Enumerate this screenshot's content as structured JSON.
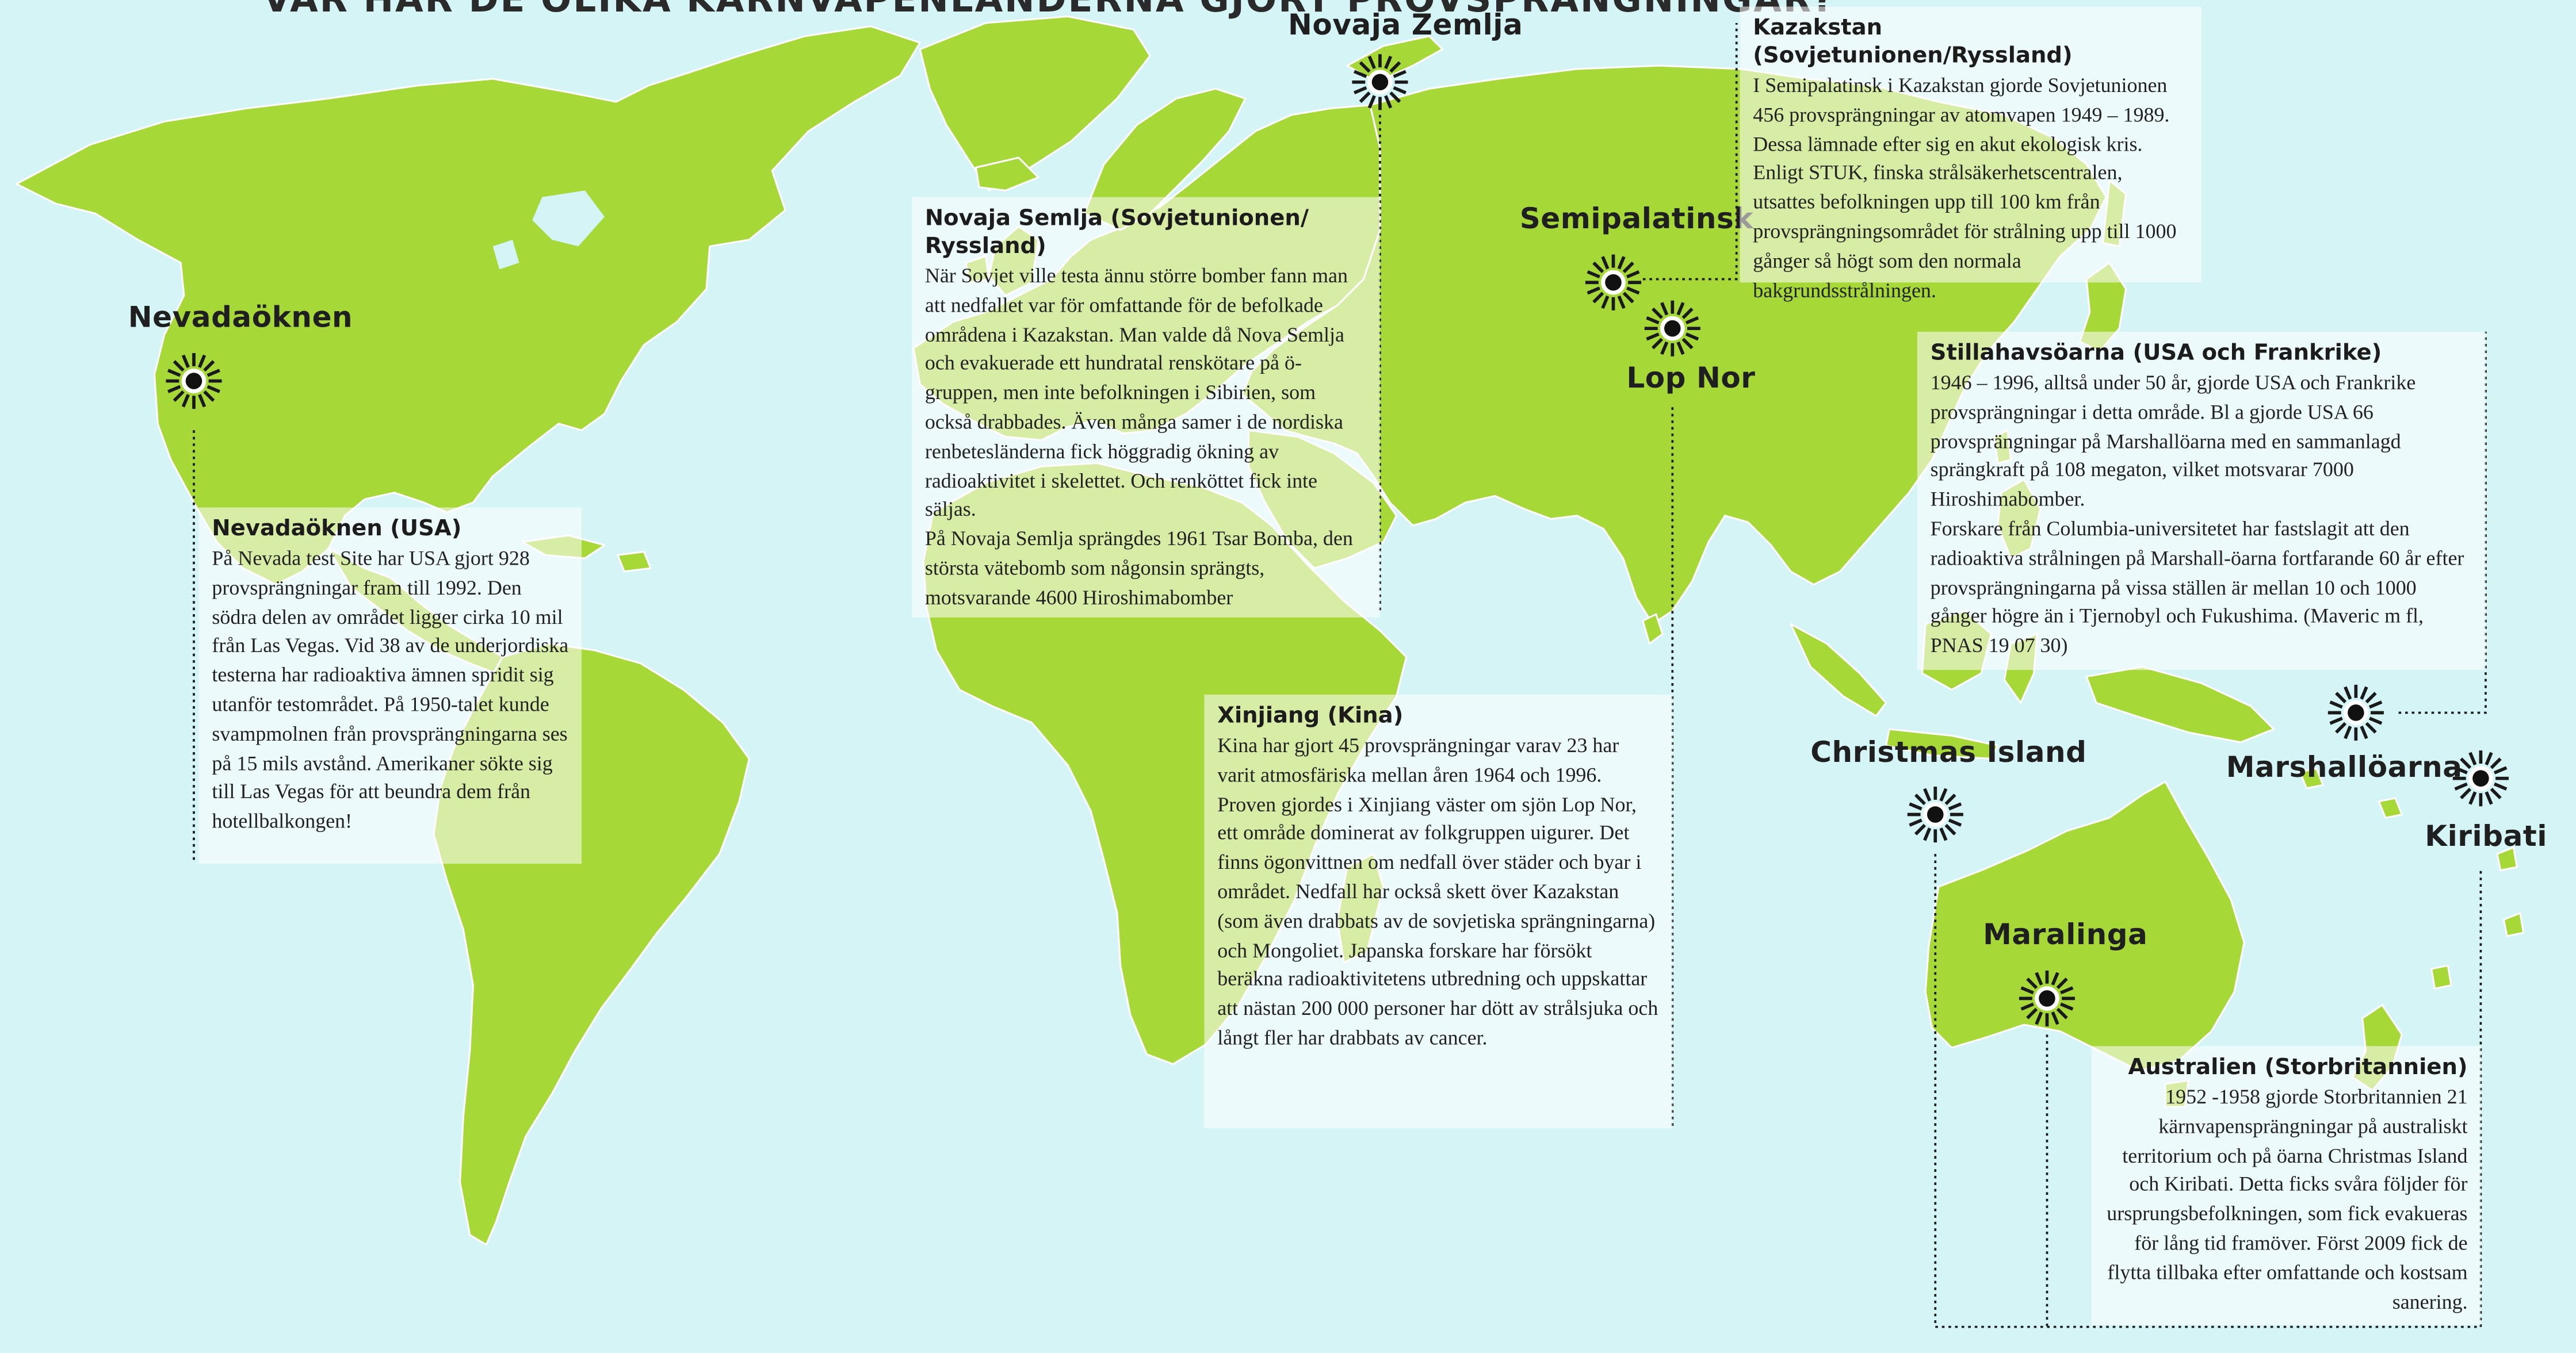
{
  "header": {
    "title": "VAR HAR DE OLIKA KÄRNVAPENLÄNDERNA GJORT PROVSPRÄNGNINGAR?"
  },
  "colors": {
    "sea": "#d4f4f5",
    "land": "#a6d838",
    "border": "#ffffff",
    "text": "#1f1f1f",
    "box": "rgba(255,255,255,0.55)"
  },
  "icons": {
    "test_site": "sun-burst-icon"
  },
  "sites": [
    {
      "id": "nevada",
      "label": "Nevadaöknen"
    },
    {
      "id": "novaja",
      "label": "Novaja Zemlja"
    },
    {
      "id": "semipalatinsk",
      "label": "Semipalatinsk"
    },
    {
      "id": "lopnor",
      "label": "Lop Nor"
    },
    {
      "id": "christmas",
      "label": "Christmas Island"
    },
    {
      "id": "marshall",
      "label": "Marshallöarna"
    },
    {
      "id": "kiribati",
      "label": "Kiribati"
    },
    {
      "id": "maralinga",
      "label": "Maralinga"
    }
  ],
  "boxes": {
    "nevada": {
      "title": "Nevadaöknen (USA)",
      "text": "På Nevada test Site har USA gjort 928 provsprängningar fram till 1992. Den södra delen av området ligger cirka 10 mil från Las Vegas. Vid 38 av de underjordiska testerna har radioaktiva ämnen spridit sig utanför testområdet. På 1950-talet kunde svampmolnen från provsprängningarna ses på 15 mils avstånd. Amerikaner sökte sig till Las Vegas för att beundra dem från hotellbalkongen!"
    },
    "novaja": {
      "title": "Novaja Semlja (Sovjetunionen/ Ryssland)",
      "text": "När Sovjet ville testa ännu större bomber fann man att nedfallet var för omfattande för de befolkade områdena i Kazakstan. Man valde då Nova Semlja och evakuerade ett hundratal renskötare på ö-gruppen, men inte befolkningen i Sibirien, som också drabbades. Även många samer i de nordiska renbetesländerna fick höggradig ökning av radioaktivitet i skelettet. Och renköttet fick inte säljas.",
      "text2": "På Novaja Semlja sprängdes 1961 Tsar Bomba, den största vätebomb som någonsin sprängts, motsvarande 4600 Hiroshimabomber"
    },
    "kazakstan": {
      "title": "Kazakstan (Sovjetunionen/Ryssland)",
      "text": "I Semipalatinsk i Kazakstan gjorde Sovjetunionen 456 provsprängningar av atomvapen 1949 – 1989. Dessa lämnade efter sig en akut ekologisk kris.  Enligt STUK, finska strålsäkerhetscentralen, utsattes befolkningen upp till 100 km från provsprängningsområdet för strålning upp till 1000 gånger så högt som den normala bakgrundsstrålningen."
    },
    "stillahav": {
      "title": "Stillahavsöarna (USA och Frankrike)",
      "text": "1946 – 1996, alltså under 50 år, gjorde USA och Frankrike provsprängningar i detta område. Bl a gjorde USA 66 provsprängningar på Marshallöarna med en sammanlagd sprängkraft på 108 megaton, vilket motsvarar 7000 Hiroshimabomber.",
      "text2": "Forskare från Columbia-universitetet har fastslagit att den radioaktiva strålningen på Marshall-öarna fortfarande 60 år efter provsprängningarna på vissa ställen är mellan 10 och 1000 gånger högre än i Tjernobyl och Fukushima. (Maveric m fl, PNAS 19 07 30)"
    },
    "xinjiang": {
      "title": "Xinjiang (Kina)",
      "text": "Kina har gjort 45 provsprängningar varav 23 har varit atmosfäriska mellan åren 1964 och 1996. Proven gjordes i Xinjiang väster om sjön Lop Nor, ett område dominerat av folkgruppen uigurer. Det finns ögonvittnen om nedfall över städer och byar i området. Nedfall har också skett över Kazakstan (som även drabbats av de sovjetiska sprängningarna) och Mongoliet. Japanska forskare har försökt beräkna radioaktivitetens utbredning och uppskattar att nästan 200 000 personer har dött av strålsjuka och långt fler har drabbats av cancer."
    },
    "australien": {
      "title": "Australien (Storbritannien)",
      "text": "1952 -1958 gjorde Storbritannien 21 kärnvapensprängningar på australiskt territorium och på öarna Christmas Island och Kiribati. Detta ficks svåra följder för ursprungsbefolkningen, som fick evakueras för lång tid framöver. Först 2009 fick de flytta tillbaka efter omfattande och kostsam sanering."
    }
  }
}
